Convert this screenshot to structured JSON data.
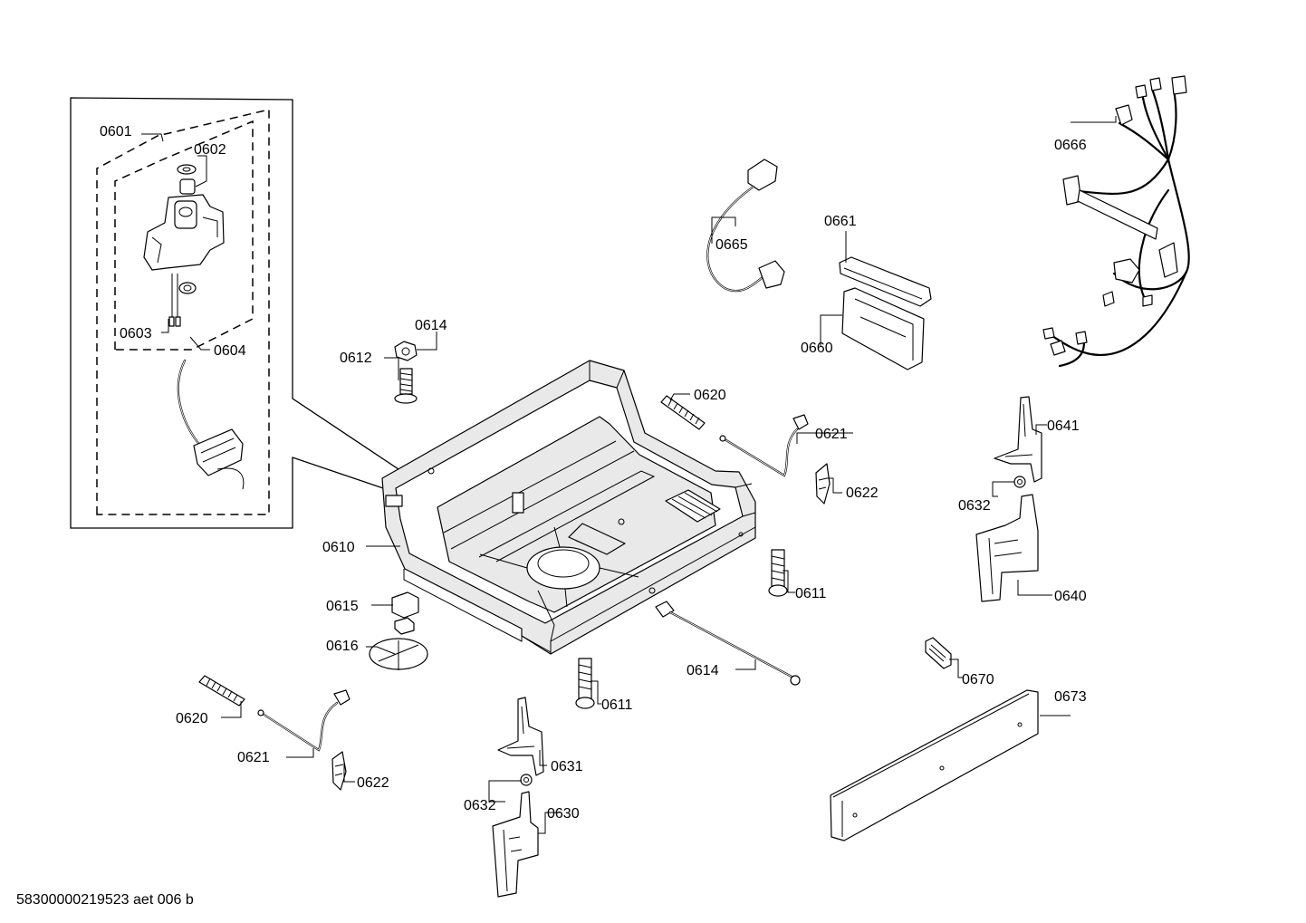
{
  "doc_code": "58300000219523 aet 006 b",
  "labels": {
    "p0601": "0601",
    "p0602": "0602",
    "p0603": "0603",
    "p0604": "0604",
    "p0610": "0610",
    "p0611a": "0611",
    "p0611b": "0611",
    "p0612": "0612",
    "p0614a": "0614",
    "p0614b": "0614",
    "p0615": "0615",
    "p0616": "0616",
    "p0620a": "0620",
    "p0620b": "0620",
    "p0621a": "0621",
    "p0621b": "0621",
    "p0622a": "0622",
    "p0622b": "0622",
    "p0630": "0630",
    "p0631": "0631",
    "p0632a": "0632",
    "p0632b": "0632",
    "p0640": "0640",
    "p0641": "0641",
    "p0660": "0660",
    "p0661": "0661",
    "p0665": "0665",
    "p0666": "0666",
    "p0670": "0670",
    "p0673": "0673"
  }
}
